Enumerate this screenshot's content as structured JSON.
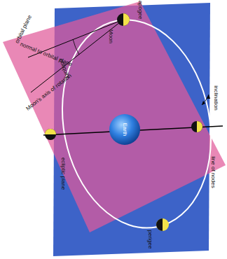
{
  "diagram": {
    "labels": [
      "orbital plane",
      "apogee",
      "Moon",
      "normal to orbital plane",
      "obliquity",
      "Moon's axis of rotation",
      "ecliptic plane",
      "Earth",
      "line of nodes",
      "inclination",
      "perigee"
    ]
  }
}
